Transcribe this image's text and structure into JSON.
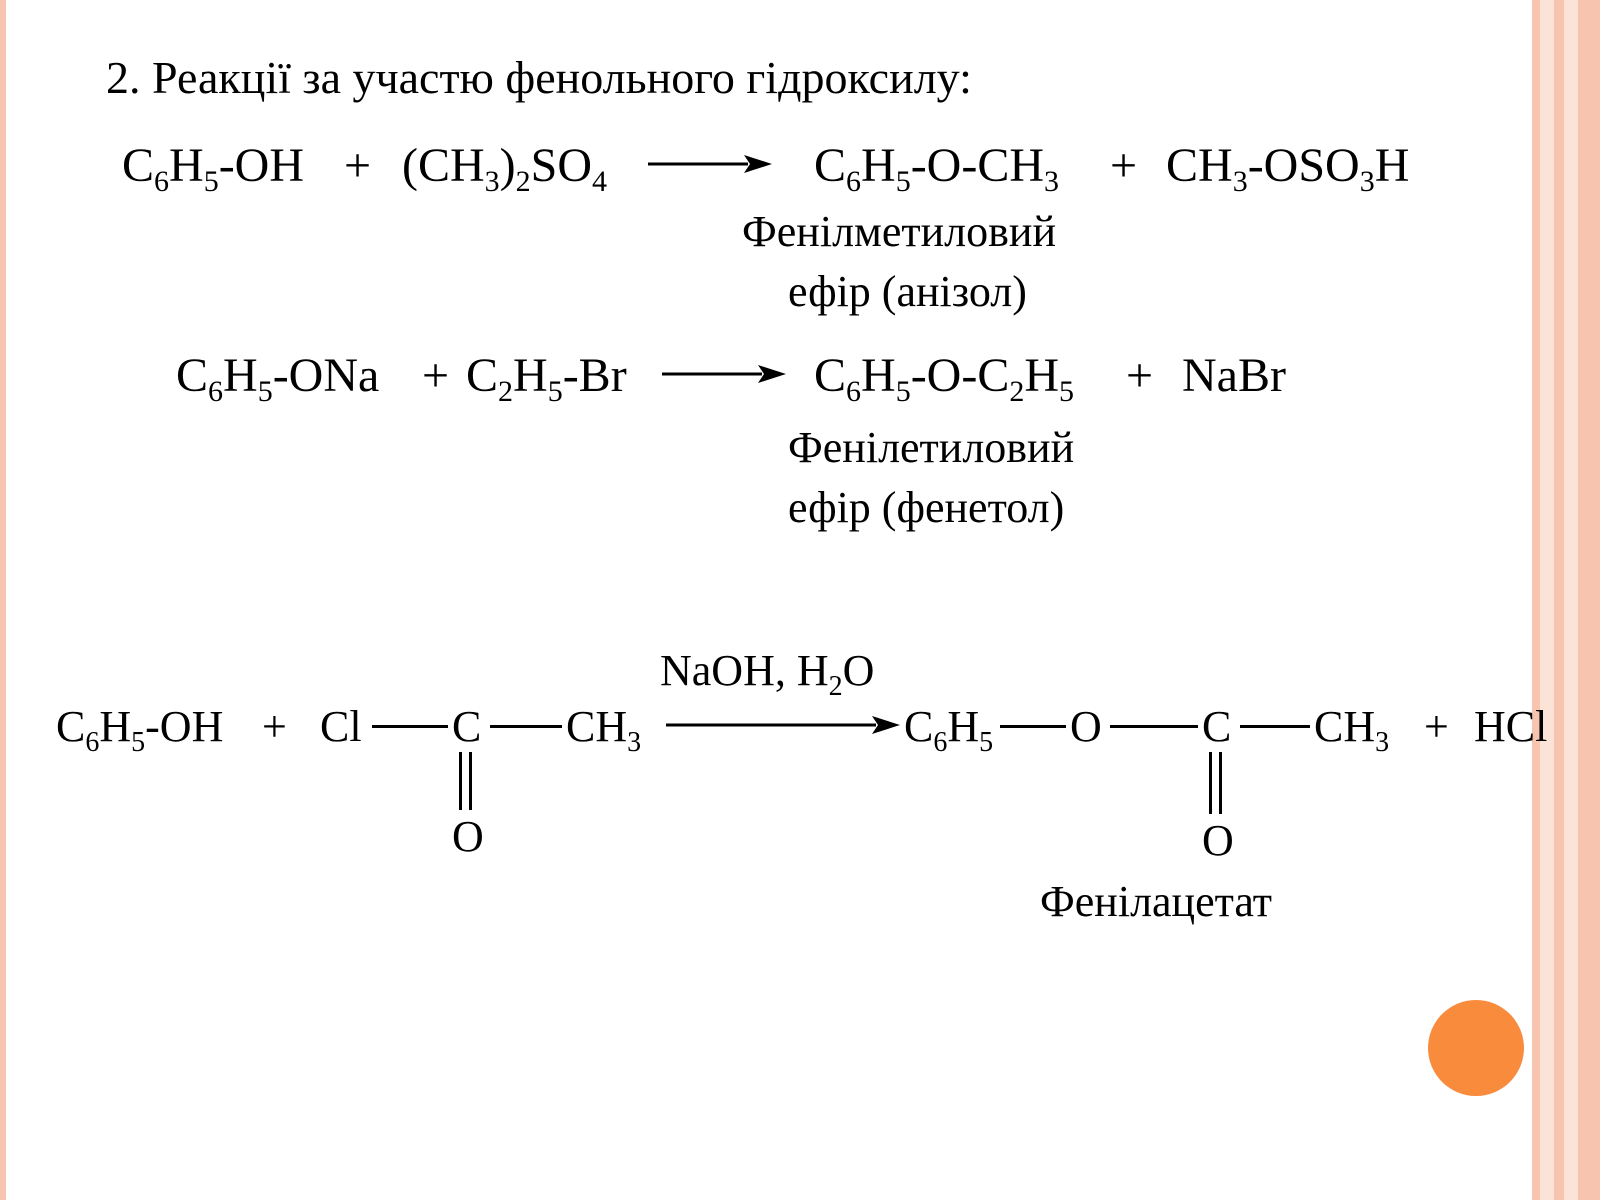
{
  "slide": {
    "title": "2. Реакції за участю фенольного гідроксилу:",
    "colors": {
      "stripe": "#f7c4b0",
      "stripe_light": "#fbe3d8",
      "accent_dot": "#f98b3d"
    }
  },
  "reaction1": {
    "r1": [
      "C",
      "6",
      "H",
      "5",
      "-OH"
    ],
    "plus1": "+",
    "r2": [
      "(CH",
      "3",
      ")",
      "2",
      "SO",
      "4"
    ],
    "p1": [
      "C",
      "6",
      "H",
      "5",
      "-O-CH",
      "3"
    ],
    "plus2": "+",
    "p2": [
      "CH",
      "3",
      "-OSO",
      "3",
      "H"
    ],
    "name_line1": "Фенілметиловий",
    "name_line2": "ефір (анізол)"
  },
  "reaction2": {
    "r1": [
      "C",
      "6",
      "H",
      "5",
      "-ONa"
    ],
    "plus1": "+",
    "r2": [
      "C",
      "2",
      "H",
      "5",
      "-Br"
    ],
    "p1": [
      "C",
      "6",
      "H",
      "5",
      "-O-C",
      "2",
      "H",
      "5"
    ],
    "plus2": "+",
    "p2": "NaBr",
    "name_line1": "Фенілетиловий",
    "name_line2": "ефір  (фенетол)"
  },
  "reaction3": {
    "r1": [
      "C",
      "6",
      "H",
      "5",
      "-OH"
    ],
    "plus1": "+",
    "cl": "Cl",
    "c1": "C",
    "ch3_a": [
      "CH",
      "3"
    ],
    "o1": "O",
    "conditions": [
      "NaOH, H",
      "2",
      "O"
    ],
    "c6h5": [
      "C",
      "6",
      "H",
      "5"
    ],
    "o_ether": "O",
    "c2": "C",
    "ch3_b": [
      "CH",
      "3"
    ],
    "o2": "O",
    "plus2": "+",
    "hcl": "HCl",
    "product_name": "Фенілацетат"
  }
}
